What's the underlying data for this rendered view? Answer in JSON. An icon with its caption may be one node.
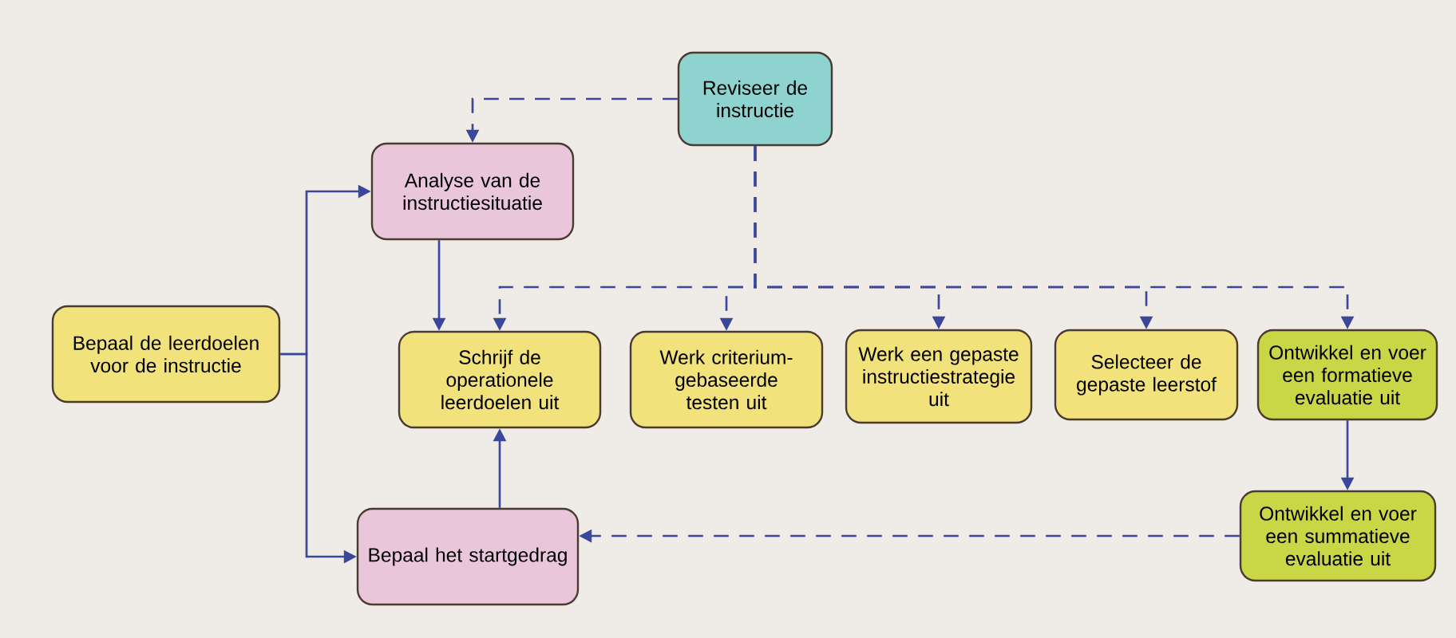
{
  "diagram": {
    "nodes": [
      {
        "text": [
          "Reviseer de instructie"
        ]
      },
      {
        "text": [
          "Analyse van de instructiesituatie"
        ]
      },
      {
        "text": [
          "Bepaal de leerdoelen voor de instructie"
        ]
      },
      {
        "text": [
          "Schrijf de operationele leerdoelen uit"
        ]
      },
      {
        "text": [
          "Werk criterium-gebaseerde testen uit"
        ]
      },
      {
        "text": [
          "Werk een gepaste instructiestrategie uit"
        ]
      },
      {
        "text": [
          "Selecteer de gepaste leerstof"
        ]
      },
      {
        "text": [
          "Ontwikkel en voer een formatieve evaluatie uit"
        ]
      },
      {
        "text": [
          "Bepaal het startgedrag"
        ]
      },
      {
        "text": [
          "Ontwikkel en voer een summatieve evaluatie uit"
        ]
      }
    ],
    "edges": [
      {
        "from": 0,
        "to": 1,
        "arrow": "to",
        "style": "dashed"
      },
      {
        "from": 2,
        "to": 1,
        "arrow": "to"
      },
      {
        "from": 2,
        "to": 8,
        "arrow": "to"
      },
      {
        "from": 1,
        "to": 3,
        "arrow": "to"
      },
      {
        "from": 8,
        "to": 3,
        "arrow": "to"
      },
      {
        "from": 0,
        "to": 3,
        "arrow": "to",
        "style": "dashed"
      },
      {
        "from": 0,
        "to": 4,
        "arrow": "to",
        "style": "dashed"
      },
      {
        "from": 0,
        "to": 5,
        "arrow": "to",
        "style": "dashed"
      },
      {
        "from": 0,
        "to": 6,
        "arrow": "to",
        "style": "dashed"
      },
      {
        "from": 0,
        "to": 7,
        "arrow": "to",
        "style": "dashed"
      },
      {
        "from": 7,
        "to": 9,
        "arrow": "to"
      },
      {
        "from": 9,
        "to": 8,
        "arrow": "to",
        "style": "dashed"
      }
    ]
  }
}
